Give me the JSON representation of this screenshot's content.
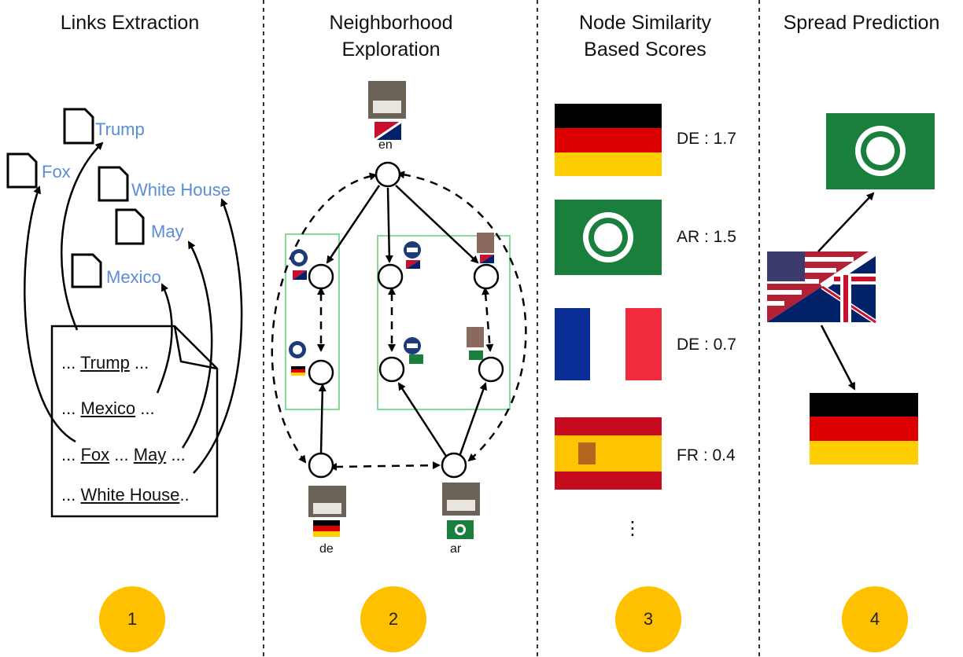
{
  "columns": [
    {
      "title": "Links Extraction",
      "step": "1"
    },
    {
      "title": "Neighborhood Exploration",
      "step": "2"
    },
    {
      "title": "Node Similarity Based Scores",
      "step": "3"
    },
    {
      "title": "Spread Prediction",
      "step": "4"
    }
  ],
  "links_extraction": {
    "link_targets": [
      "Trump",
      "Fox",
      "White House",
      "May",
      "Mexico"
    ],
    "document_lines": [
      {
        "prefix": "... ",
        "anchors": [
          "Trump"
        ],
        "suffix": " ..."
      },
      {
        "prefix": "... ",
        "anchors": [
          "Mexico"
        ],
        "suffix": " ..."
      },
      {
        "prefix": "... ",
        "anchors": [
          "Fox",
          "May"
        ],
        "suffix": " ..."
      },
      {
        "prefix": "... ",
        "anchors": [
          "White House"
        ],
        "suffix": ".."
      }
    ],
    "line_texts": {
      "l1_pre": "... ",
      "l1_a": "Trump",
      "l1_post": " ...",
      "l2_pre": "... ",
      "l2_a": "Mexico",
      "l2_post": " ...",
      "l3_pre": "... ",
      "l3_a": "Fox",
      "l3_mid": " ... ",
      "l3_b": "May",
      "l3_post": " ...",
      "l4_pre": "... ",
      "l4_a": "White House",
      "l4_post": ".."
    }
  },
  "neighborhood": {
    "language_nodes": [
      "en",
      "de",
      "ar"
    ]
  },
  "scores": {
    "rows": [
      {
        "flag": "germany-flag",
        "label": "DE : 1.7"
      },
      {
        "flag": "arab-league-flag",
        "label": "AR : 1.5"
      },
      {
        "flag": "france-flag",
        "label": "DE : 0.7"
      },
      {
        "flag": "spain-flag",
        "label": "FR : 0.4"
      }
    ],
    "ellipsis": "⋮"
  },
  "colors": {
    "link_text": "#5b8dd6",
    "badge": "#ffc000",
    "group_box": "#5ccf72",
    "arab_green": "#1a7f3c",
    "de_black": "#000000",
    "de_red": "#dd0000",
    "de_gold": "#ffce00",
    "fr_blue": "#0b2d96",
    "fr_red": "#ef2b3d",
    "es_red": "#c60b1e",
    "es_yellow": "#ffc400"
  }
}
